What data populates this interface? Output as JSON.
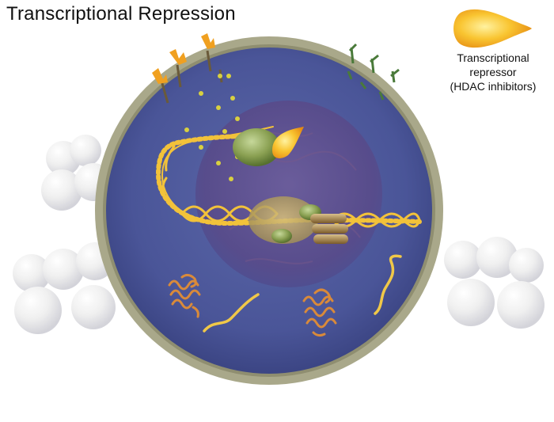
{
  "title": "Transcriptional Repression",
  "legend": {
    "icon": "repressor-drop-icon",
    "lines": [
      "Transcriptional",
      "repressor",
      "(HDAC inhibitors)"
    ]
  },
  "colors": {
    "cell_membrane": "#a9a88a",
    "cytoplasm": "#4a5598",
    "nucleus": "#5a4f8a",
    "dna": "#f2c23a",
    "repressor": "#f7b52a",
    "histone": "#9a8a6a",
    "protein": "#d98a3a"
  }
}
